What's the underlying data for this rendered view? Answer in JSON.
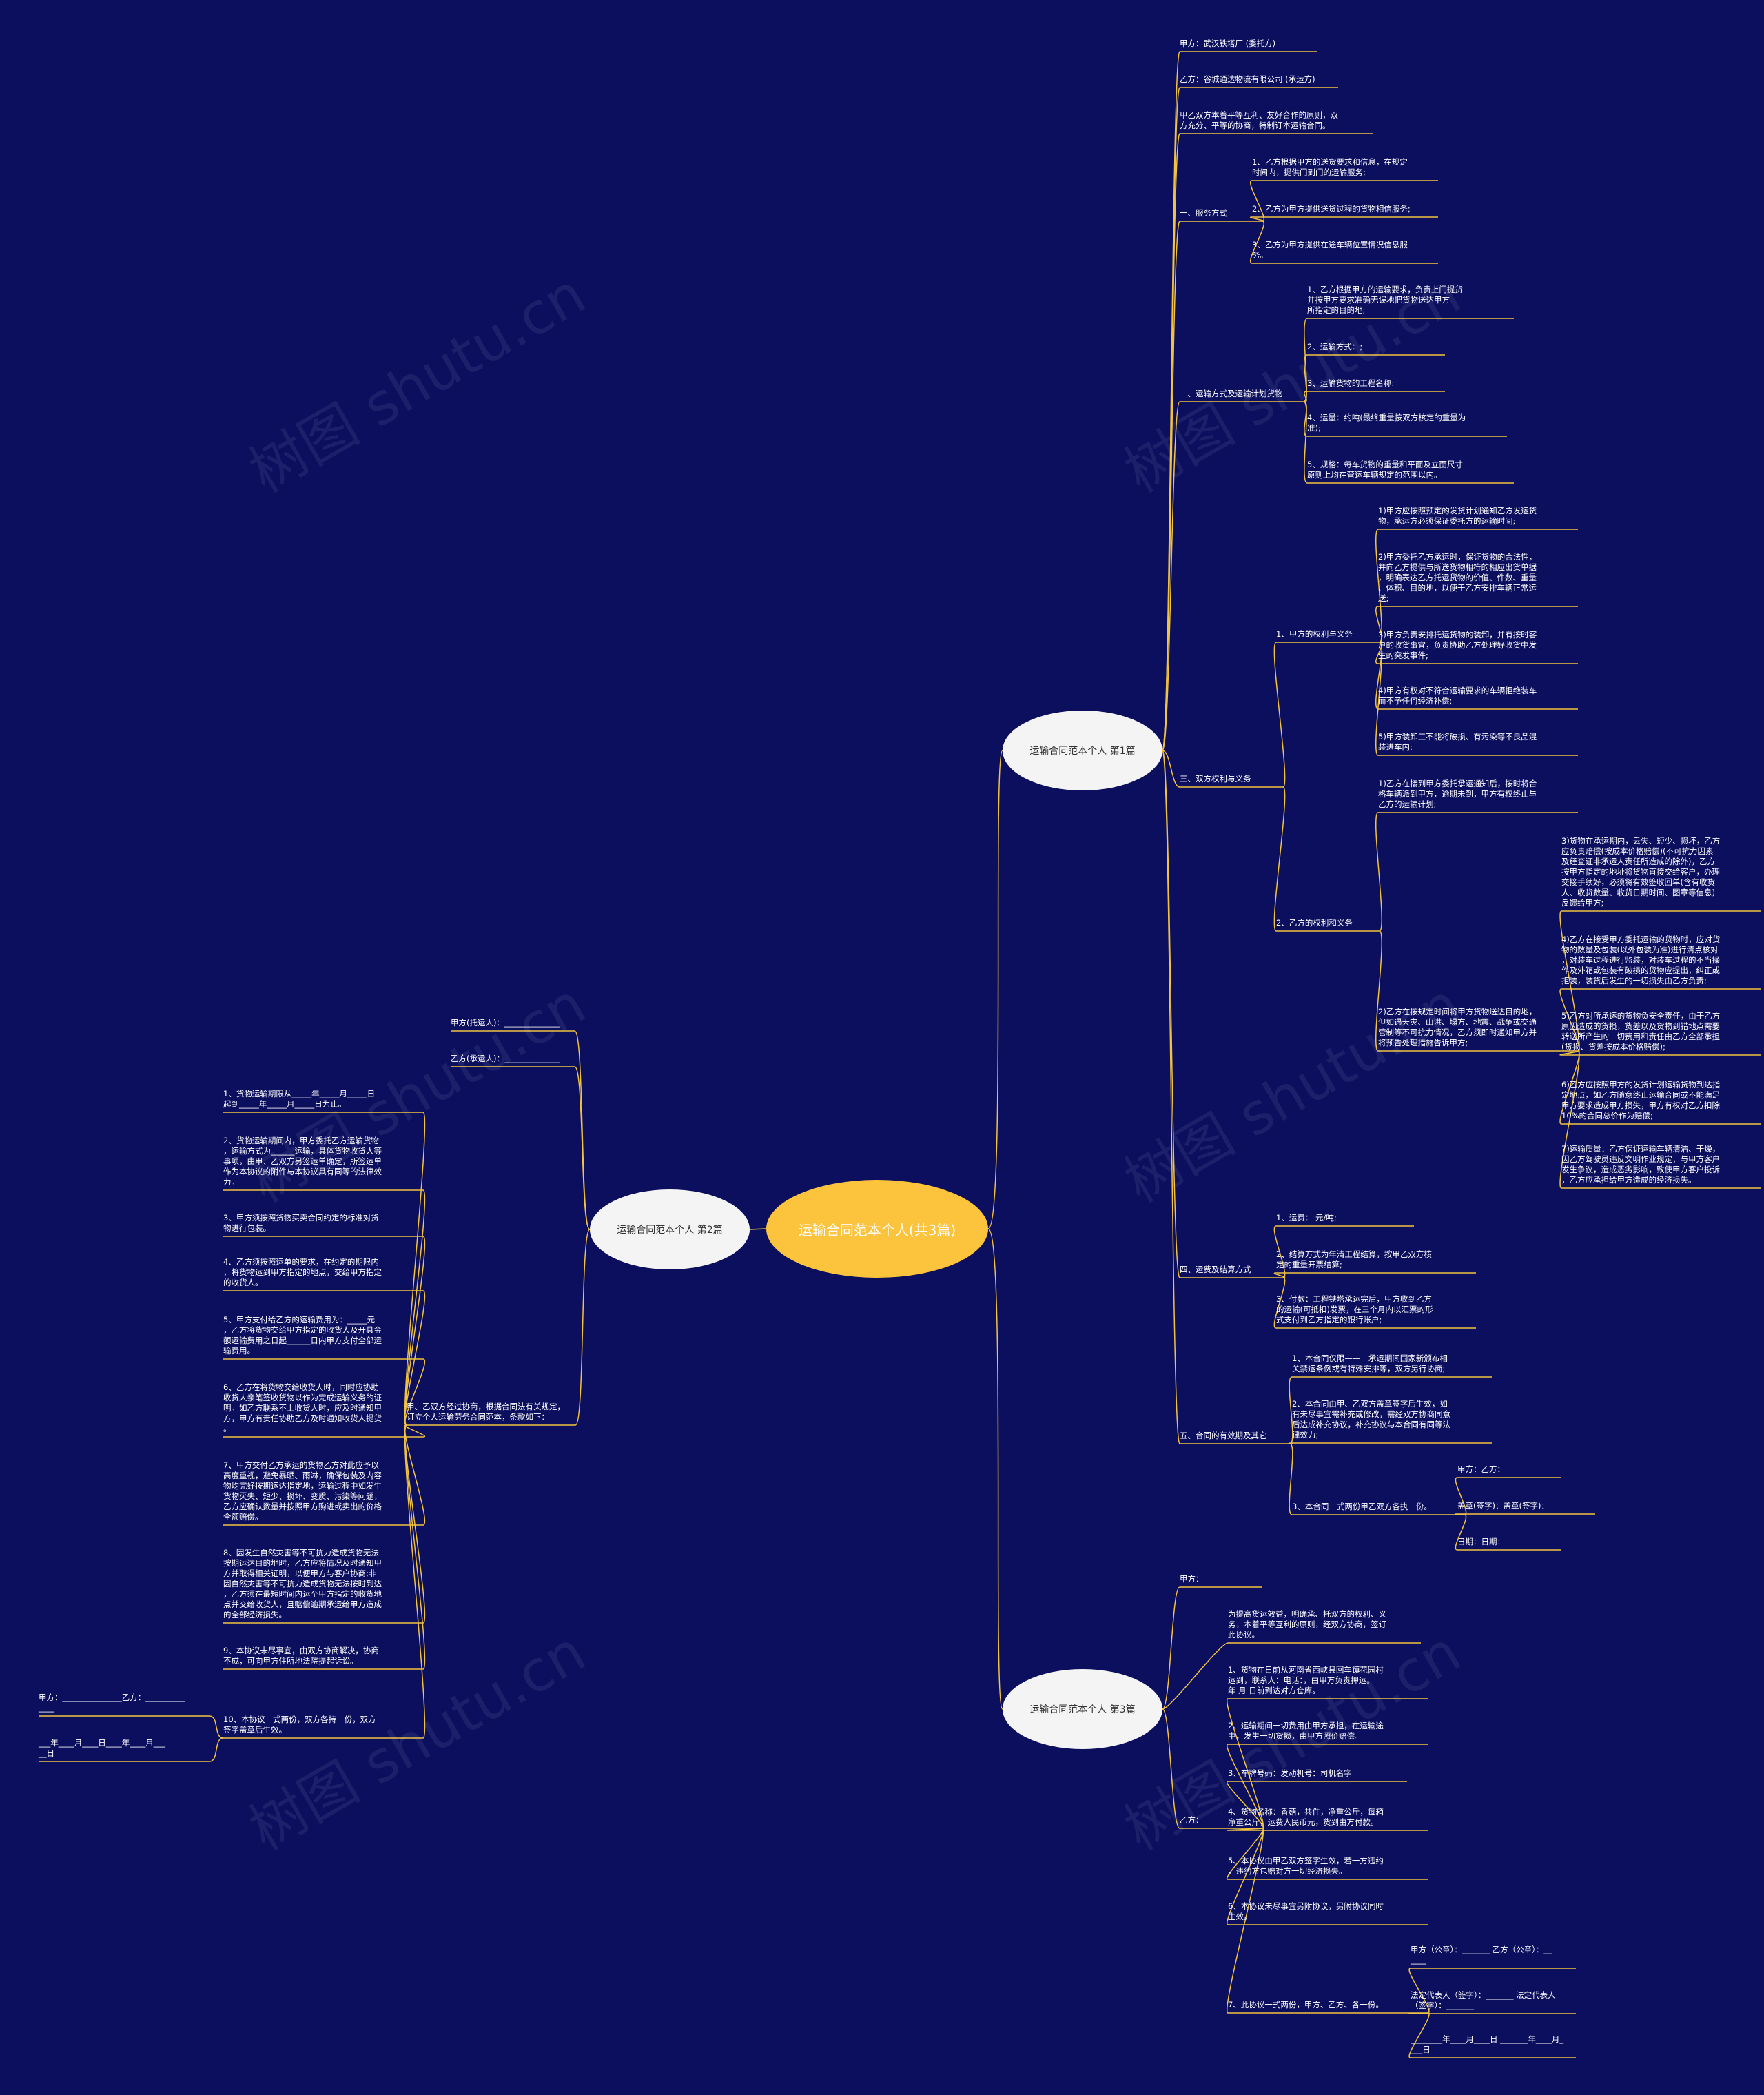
{
  "root": "运输合同范本个人(共3篇)",
  "branches": [
    "运输合同范本个人 第1篇",
    "运输合同范本个人 第2篇",
    "运输合同范本个人 第3篇"
  ],
  "watermark": "树图 shutu.cn",
  "nodes": [
    "甲方：武汉铁塔厂 (委托方)",
    "乙方：谷城通达物流有限公司 (承运方)",
    "甲乙双方本着平等互利、友好合作的原则，双\n方充分、平等的协商，特制订本运输合同。",
    "一、服务方式",
    "1、乙方根据甲方的送货要求和信息，在规定\n时间内，提供门到门的运输服务;",
    "2、乙方为甲方提供送货过程的货物相信服务;",
    "3、乙方为甲方提供在途车辆位置情况信息服\n务。",
    "二、运输方式及运输计划货物",
    "1、乙方根据甲方的运输要求，负责上门提货\n并按甲方要求准确无误地把货物送达甲方\n所指定的目的地;",
    "2、运输方式：;",
    "3、运输货物的工程名称:",
    "4、运量：约吨(最终重量按双方核定的重量为\n准);",
    "5、规格：每车货物的重量和平面及立面尺寸\n原则上均在营运车辆规定的范围以内。",
    "三、双方权利与义务",
    "1、甲方的权利与义务",
    "1)甲方应按照预定的发货计划通知乙方发运货\n物，承运方必须保证委托方的运输时间;",
    "2)甲方委托乙方承运时，保证货物的合法性，\n并向乙方提供与所送货物相符的相应出货单据\n，明确表达乙方托运货物的价值、件数、重量\n、体积、目的地，以便于乙方安排车辆正常运\n送;",
    "3)甲方负责安排托运货物的装卸，并有按时客\n户的收货事宜，负责协助乙方处理好收货中发\n生的突发事件;",
    "4)甲方有权对不符合运输要求的车辆拒绝装车\n而不予任何经济补偿;",
    "5)甲方装卸工不能将破损、有污染等不良品混\n装进车内;",
    "2、乙方的权利和义务",
    "1)乙方在接到甲方委托承运通知后，按时将合\n格车辆派到甲方，逾期未到，甲方有权终止与\n乙方的运输计划;",
    "2)乙方在按规定时间将甲方货物送达目的地，\n但如遇天灾、山洪、塌方、地震、战争或交通\n管制等不可抗力情况，乙方须即时通知甲方并\n将预告处理措施告诉甲方;",
    "3)货物在承运期内，丢失、短少、损坏，乙方\n应负责赔偿(按成本价格赔偿)(不可抗力因素\n及经查证非承运人责任所造成的除外)，乙方\n按甲方指定的地址将货物直接交给客户，办理\n交接手续好，必须将有效签收回单(含有收货\n人、收货数量、收货日期时间、图章等信息)\n反馈给甲方;",
    "4)乙方在接受甲方委托运输的货物时，应对货\n物的数量及包装(以外包装为准)进行清点核对\n，对装车过程进行监装，对装车过程的不当操\n作及外箱或包装有破损的货物应提出，纠正或\n拒装，装货后发生的一切损失由乙方负责;",
    "5)乙方对所承运的货物负安全责任，由于乙方\n原因造成的货损，货差以及货物到错地点需要\n转送所产生的一切费用和责任由乙方全部承担\n(货损、货差按成本价格赔偿);",
    "6)乙方应按照甲方的发货计划运输货物到达指\n定地点，如乙方随意终止运输合同或不能满足\n甲方要求造成甲方损失，甲方有权对乙方扣除\n10%的合同总价作为赔偿;",
    "7)运输质量：乙方保证运输车辆清洁、干燥，\n因乙方驾驶员违反文明作业规定，与甲方客户\n发生争议，造成恶劣影响，致使甲方客户投诉\n，乙方应承担给甲方造成的经济损失。",
    "四、运费及结算方式",
    "1、运费： 元/吨;",
    "2、结算方式为年清工程结算，按甲乙双方核\n定的重量开票结算;",
    "3、付款：工程铁塔承运完后，甲方收到乙方\n的运输(可抵扣)发票，在三个月内以汇票的形\n式支付到乙方指定的银行账户;",
    "五、合同的有效期及其它",
    "1、本合同仅限——一承运期间国家新颁布相\n关禁运条例或有特殊安排等，双方另行协商;",
    "2、本合同由甲、乙双方盖章签字后生效，如\n有未尽事宜需补充或修改，需经双方协商同意\n后达成补充协议，补充协议与本合同有同等法\n律效力;",
    "3、本合同一式两份甲乙双方各执一份。",
    "甲方：乙方：",
    "盖章(签字)：盖章(签字)：",
    "日期：日期：",
    "甲方(托运人)：______________",
    "乙方(承运人)：______________",
    "甲、乙双方经过协商，根据合同法有关规定，\n订立个人运输劳务合同范本，条款如下：",
    "1、货物运输期限从_____年_____月_____日\n起到_____年_____月_____日为止。",
    "2、货物运输期间内，甲方委托乙方运输货物\n，运输方式为______运输，具体货物收货人等\n事项，由甲、乙双方另签运单确定，所签运单\n作为本协议的附件与本协议具有同等的法律效\n力。",
    "3、甲方须按照货物买卖合同约定的标准对货\n物进行包装。",
    "4、乙方须按照运单的要求，在约定的期限内\n，将货物运到甲方指定的地点，交给甲方指定\n的收货人。",
    "5、甲方支付给乙方的运输费用为：_____元\n，乙方将货物交给甲方指定的收货人及开具金\n额运输费用之日起______日内甲方支付全部运\n输费用。",
    "6、乙方在将货物交给收货人时，同时应协助\n收货人亲笔签收货物以作为完成运输义务的证\n明。如乙方联系不上收货人时，应及时通知甲\n方，甲方有责任协助乙方及时通知收货人提货\n。",
    "7、甲方交付乙方承运的货物乙方对此应予以\n高度重视，避免暴晒、雨淋，确保包装及内容\n物均完好按期运达指定地，运输过程中如发生\n货物灭失、短少、损坏、变质、污染等问题，\n乙方应确认数量并按照甲方购进或卖出的价格\n全额赔偿。",
    "8、因发生自然灾害等不可抗力造成货物无法\n按期运达目的地时，乙方应将情况及时通知甲\n方并取得相关证明，以便甲方与客户协商;非\n因自然灾害等不可抗力造成货物无法按时到达\n，乙方须在最短时间内运至甲方指定的收货地\n点并交给收货人，且赔偿逾期承运给甲方造成\n的全部经济损失。",
    "9、本协议未尽事宜，由双方协商解决，协商\n不成，可向甲方住所地法院提起诉讼。",
    "10、本协议一式两份，双方各持一份，双方\n签字盖章后生效。",
    "甲方：_______________乙方：__________\n____",
    "___年____月____日____年____月___\n__日",
    "甲方：",
    "为提高货运效益，明确承、托双方的权利、义\n务，本着平等互利的原则，经双方协商，签订\n此协议。",
    "乙方：",
    "1、货物在日前从河南省西峡县回车镇花园村\n运到，联系人：电话：，由甲方负责押运。\n年 月 日前到达对方仓库。",
    "2、运输期间一切费用由甲方承担，在运输途\n中，发生一切货损，由甲方照价赔偿。",
    "3、车牌号码：发动机号：司机名字",
    "4、货物名称：香菇，共件，净重公斤，每箱\n净重公斤，运费人民币元，货到由方付款。",
    "5、本协议由甲乙双方签字生效，若一方违约\n，违约方包赔对方一切经济损失。",
    "6、本协议未尽事宜另附协议，另附协议同时\n生效。",
    "7、此协议一式两份，甲方、乙方、各一份。",
    "甲方（公章）：_______ 乙方（公章）：__\n____",
    "法定代表人（签字）：_______ 法定代表人\n（签字）：_______",
    "________年____月____日 _______年____月_\n___日"
  ]
}
